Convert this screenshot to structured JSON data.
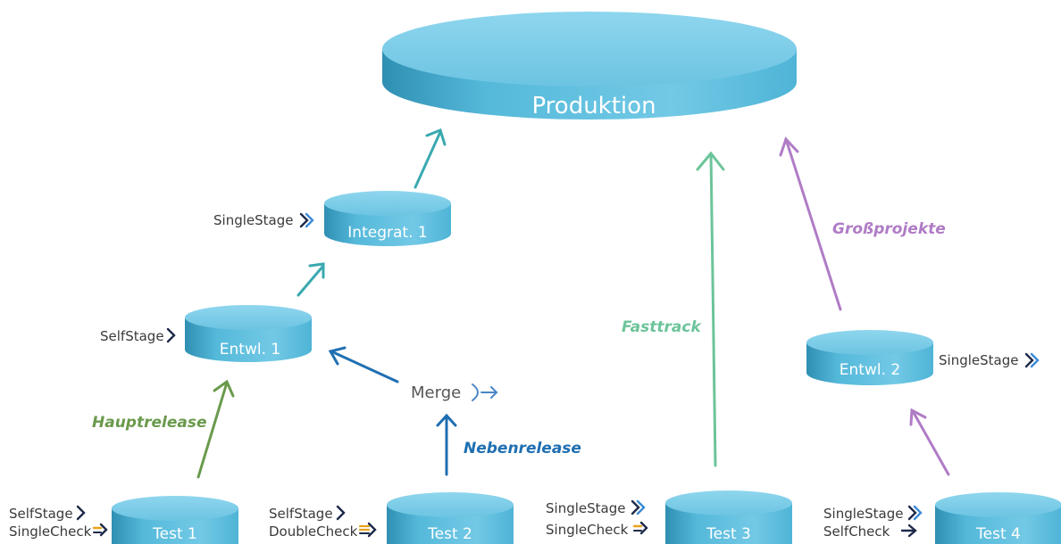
{
  "nodes": {
    "produktion": "Produktion",
    "integrat1": "Integrat. 1",
    "entwl1": "Entwl. 1",
    "entwl2": "Entwl. 2",
    "test1": "Test 1",
    "test2": "Test 2",
    "test3": "Test 3",
    "test4": "Test 4",
    "merge": "Merge"
  },
  "stage_labels": {
    "integrat1": "SingleStage",
    "entwl1": "SelfStage",
    "entwl2": "SingleStage",
    "test1_stage": "SelfStage",
    "test1_check": "SingleCheck",
    "test2_stage": "SelfStage",
    "test2_check": "DoubleCheck",
    "test3_stage": "SingleStage",
    "test3_check": "SingleCheck",
    "test4_stage": "SingleStage",
    "test4_check": "SelfCheck"
  },
  "paths": {
    "hauptrelease": "Hauptrelease",
    "nebenrelease": "Nebenrelease",
    "fasttrack": "Fasttrack",
    "grossprojekte": "Großprojekte"
  },
  "colors": {
    "cylinder": "#6cc4e2",
    "cylinder_dark": "#3ea6c6",
    "cylinder_top": "#7ccde8",
    "hauptrelease": "#6a9a4c",
    "nebenrelease": "#1f6fb2",
    "fasttrack": "#6cc49a",
    "grossprojekte": "#b07cc6",
    "integration_arrow": "#3aa9b0",
    "merge_arrow": "#1f6fb2"
  },
  "icons": {
    "single_stage": "double-chevron-right-icon",
    "self_stage": "chevron-right-icon",
    "single_check": "line-arrow-right-icon",
    "double_check": "double-line-arrow-right-icon",
    "self_check": "arrow-right-icon",
    "merge": "merge-icon"
  }
}
